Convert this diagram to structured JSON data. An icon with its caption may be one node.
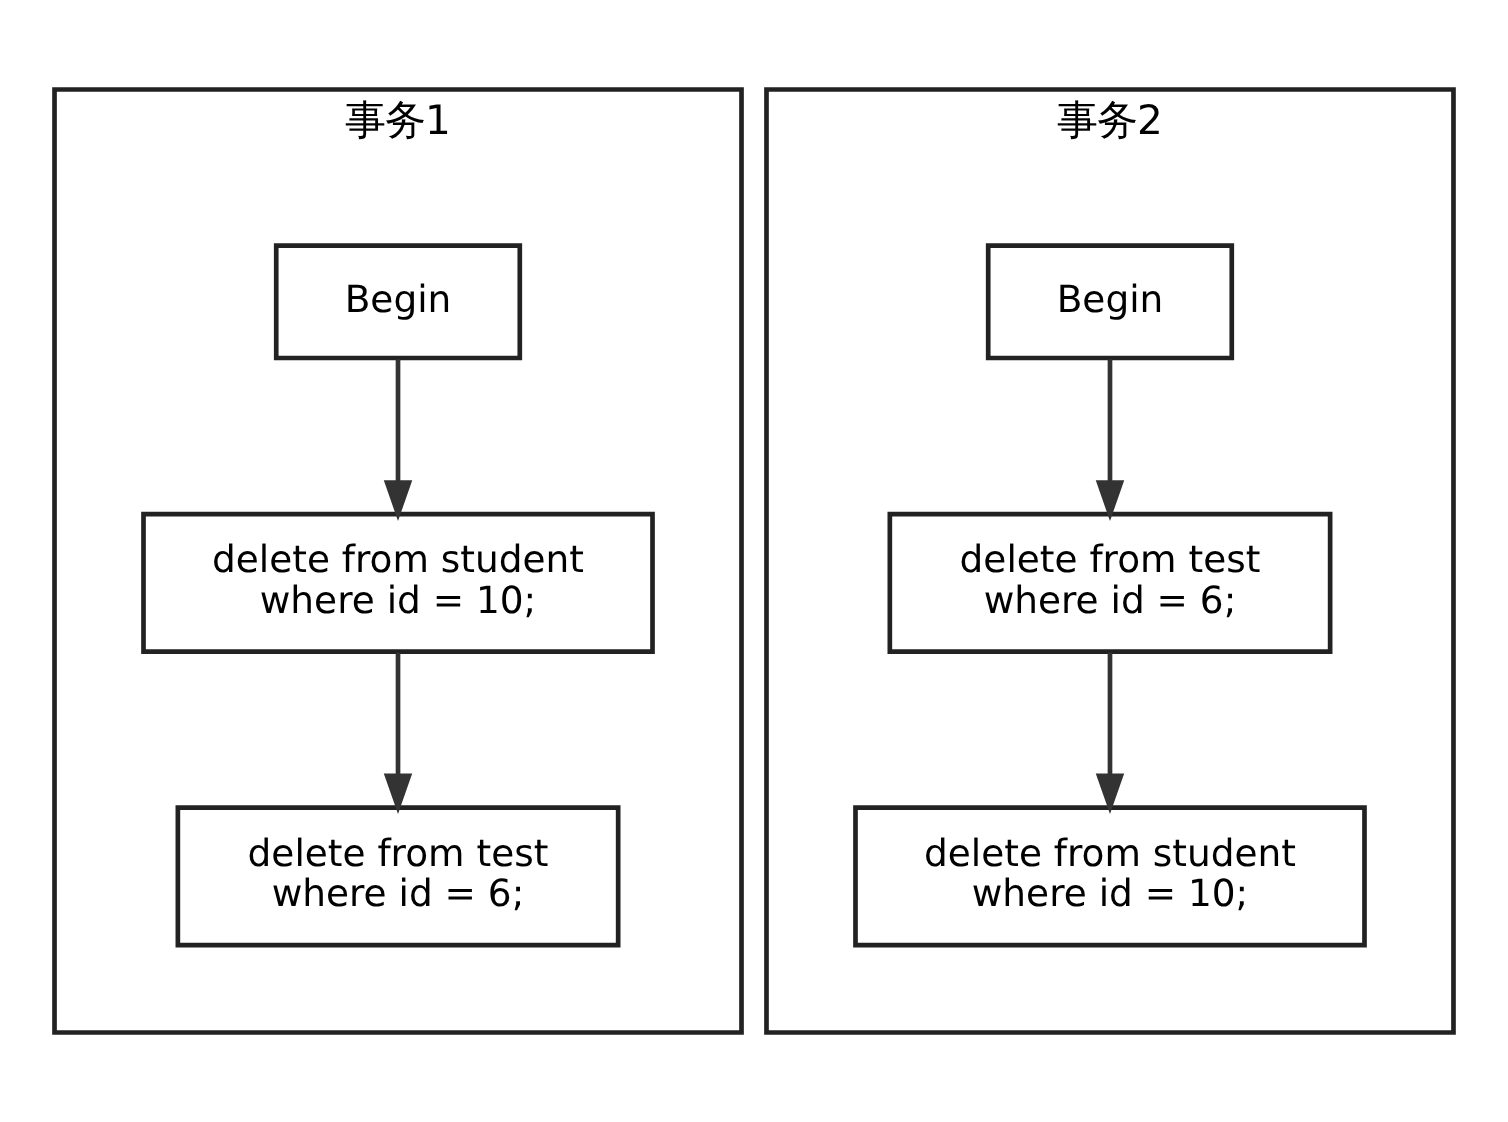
{
  "diagram": {
    "nodes": [
      {
        "text": [
          "事务1"
        ]
      },
      {
        "text": [
          "Begin"
        ],
        "in": 0
      },
      {
        "text": [
          "delete from student where id = 10;"
        ],
        "in": 0
      },
      {
        "text": [
          "delete from test where id = 6;"
        ],
        "in": 0
      },
      {
        "text": [
          "事务2"
        ]
      },
      {
        "text": [
          "Begin"
        ],
        "in": 4
      },
      {
        "text": [
          "delete from test where id = 6;"
        ],
        "in": 4
      },
      {
        "text": [
          "delete from student where id = 10;"
        ],
        "in": 4
      }
    ],
    "edges": [
      {
        "from": 1,
        "to": 2,
        "arrow": "to"
      },
      {
        "from": 2,
        "to": 3,
        "arrow": "to"
      },
      {
        "from": 5,
        "to": 6,
        "arrow": "to"
      },
      {
        "from": 6,
        "to": 7,
        "arrow": "to"
      }
    ]
  }
}
